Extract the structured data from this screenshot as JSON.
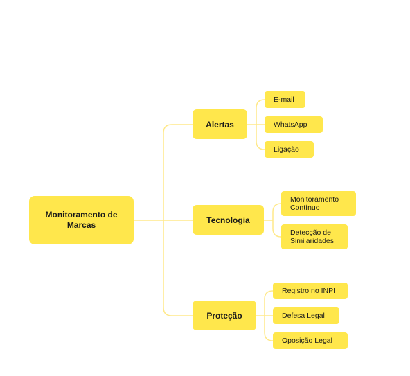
{
  "mindmap": {
    "root": {
      "label": "Monitoramento de Marcas"
    },
    "branches": [
      {
        "label": "Alertas",
        "items": [
          "E-mail",
          "WhatsApp",
          "Ligação"
        ]
      },
      {
        "label": "Tecnologia",
        "items": [
          "Monitoramento Contínuo",
          "Detecção de Similaridades"
        ]
      },
      {
        "label": "Proteção",
        "items": [
          "Registro no INPI",
          "Defesa Legal",
          "Oposição Legal"
        ]
      }
    ]
  },
  "colors": {
    "node_fill": "#FFE74C",
    "connector": "#FFE98A"
  }
}
